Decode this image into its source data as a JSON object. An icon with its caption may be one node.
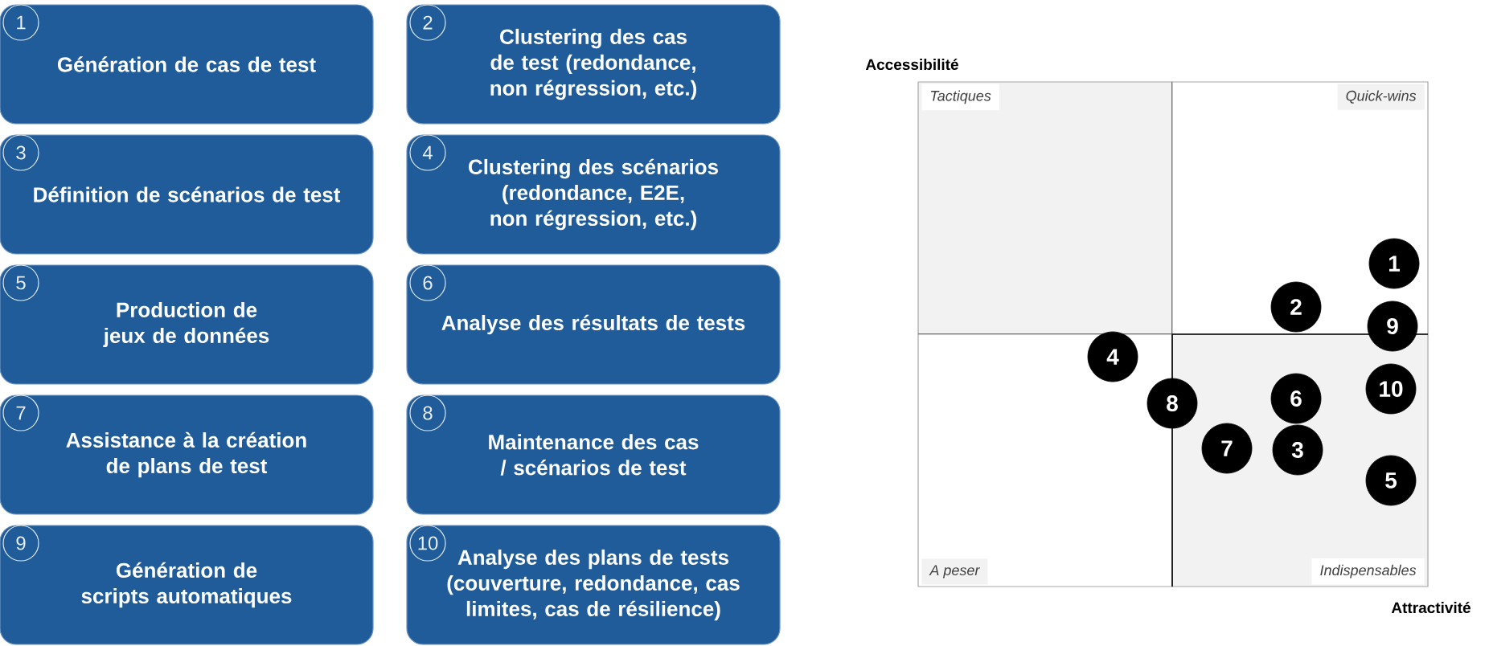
{
  "diagram": {
    "nodes": [
      {
        "text": [
          "1",
          "Génération de cas de test"
        ]
      },
      {
        "text": [
          "2",
          "Clustering des cas de test (redondance, non régression, etc.)"
        ]
      },
      {
        "text": [
          "3",
          "Définition de scénarios de test"
        ]
      },
      {
        "text": [
          "4",
          "Clustering des scénarios (redondance, E2E, non régression, etc.)"
        ]
      },
      {
        "text": [
          "5",
          "Production de jeux de données"
        ]
      },
      {
        "text": [
          "6",
          "Analyse des résultats de tests"
        ]
      },
      {
        "text": [
          "7",
          "Assistance à la création de plans de test"
        ]
      },
      {
        "text": [
          "8",
          "Maintenance  des cas / scénarios de test"
        ]
      },
      {
        "text": [
          "9",
          "Génération de scripts automatiques"
        ]
      },
      {
        "text": [
          "10",
          "Analyse des plans de tests (couverture, redondance, cas limites, cas de résilience)"
        ]
      },
      {
        "text": [
          "Tactiques"
        ]
      },
      {
        "text": [
          "Quick-wins"
        ]
      },
      {
        "text": [
          "A peser"
        ]
      },
      {
        "text": [
          "Indispensables"
        ]
      },
      {
        "text": [
          "1"
        ],
        "in": 11
      },
      {
        "text": [
          "2"
        ],
        "in": 11
      },
      {
        "text": [
          "3"
        ],
        "in": 13
      },
      {
        "text": [
          "4"
        ],
        "in": 12
      },
      {
        "text": [
          "5"
        ],
        "in": 13
      },
      {
        "text": [
          "6"
        ],
        "in": 13
      },
      {
        "text": [
          "7"
        ],
        "in": 13
      },
      {
        "text": [
          "8"
        ]
      },
      {
        "text": [
          "9"
        ]
      },
      {
        "text": [
          "10"
        ],
        "in": 13
      }
    ],
    "labels": [
      "Accessibilité",
      "Attractivité"
    ]
  }
}
